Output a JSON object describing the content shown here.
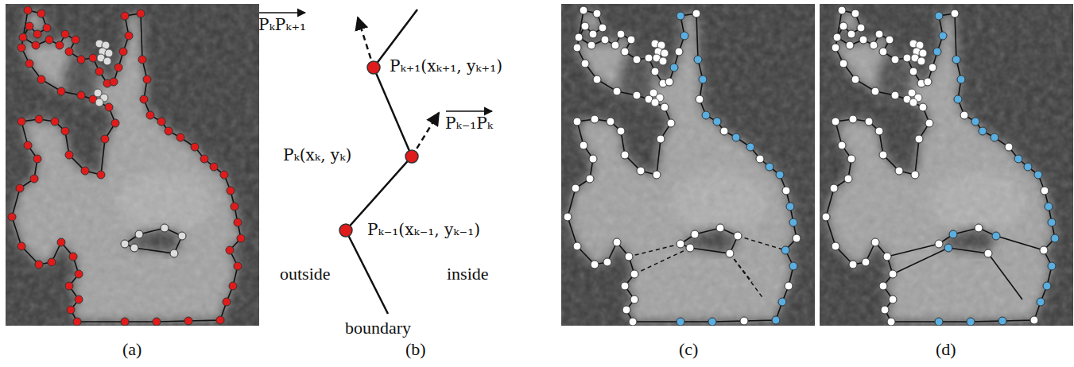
{
  "diagram": {
    "labels": [
      "PₖPₖ₊₁",
      "Pₖ₊₁(xₖ₊₁, yₖ₊₁)",
      "Pₖ(xₖ, yₖ)",
      "Pₖ₋₁Pₖ",
      "Pₖ₋₁(xₖ₋₁, yₖ₋₁)",
      "outside",
      "inside",
      "boundary",
      "(a)",
      "(b)",
      "(c)",
      "(d)"
    ]
  }
}
